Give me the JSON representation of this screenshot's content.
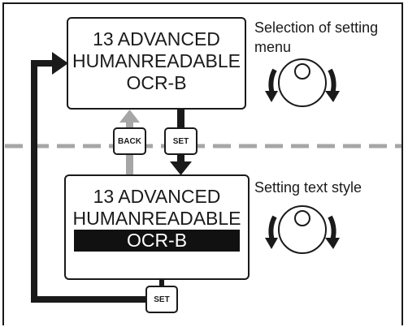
{
  "top_display": {
    "lines": [
      "13 ADVANCED",
      "HUMANREADABLE",
      "OCR-B"
    ]
  },
  "bottom_display": {
    "lines": [
      "13 ADVANCED",
      "HUMANREADABLE",
      "OCR-B"
    ],
    "highlighted_line": 3
  },
  "captions": {
    "top_line1": "Selection of setting",
    "top_line2": "menu",
    "bottom": "Setting text style"
  },
  "buttons": {
    "back": "BACK",
    "set_middle": "SET",
    "set_bottom": "SET"
  },
  "icons": [
    "rotary-dial-icon",
    "rotary-dial-icon"
  ],
  "colors": {
    "line": "#1a1a1a",
    "back_arrow": "#a6a6a6",
    "dashed_divider": "#a6a6a6"
  }
}
